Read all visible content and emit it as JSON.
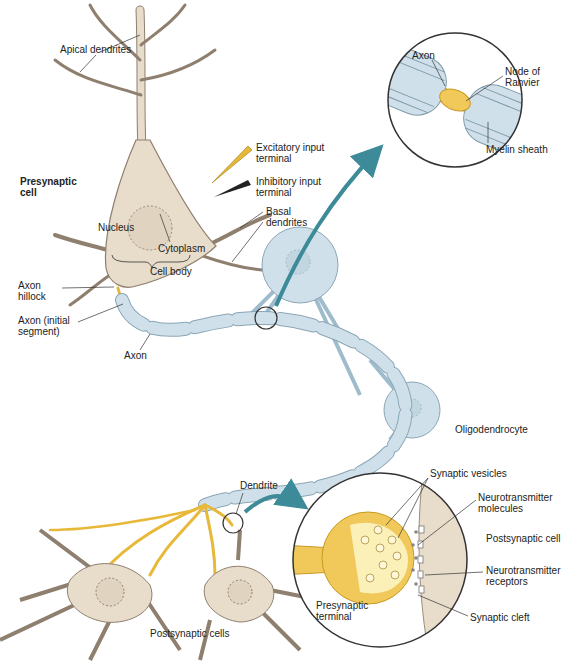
{
  "diagram": {
    "labels": [
      "Apical dendrites",
      "Excitatory input terminal",
      "Inhibitory input terminal",
      "Presynaptic cell",
      "Nucleus",
      "Cytoplasm",
      "Basal dendrites",
      "Cell body",
      "Axon hillock",
      "Axon (initial segment)",
      "Axon",
      "Axon",
      "Node of Ranvier",
      "Myelin sheath",
      "Oligodendrocyte",
      "Synaptic vesicles",
      "Neurotransmitter molecules",
      "Postsynaptic cell",
      "Neurotransmitter receptors",
      "Synaptic cleft",
      "Presynaptic terminal",
      "Dendrite",
      "Postsynaptic cells"
    ]
  }
}
